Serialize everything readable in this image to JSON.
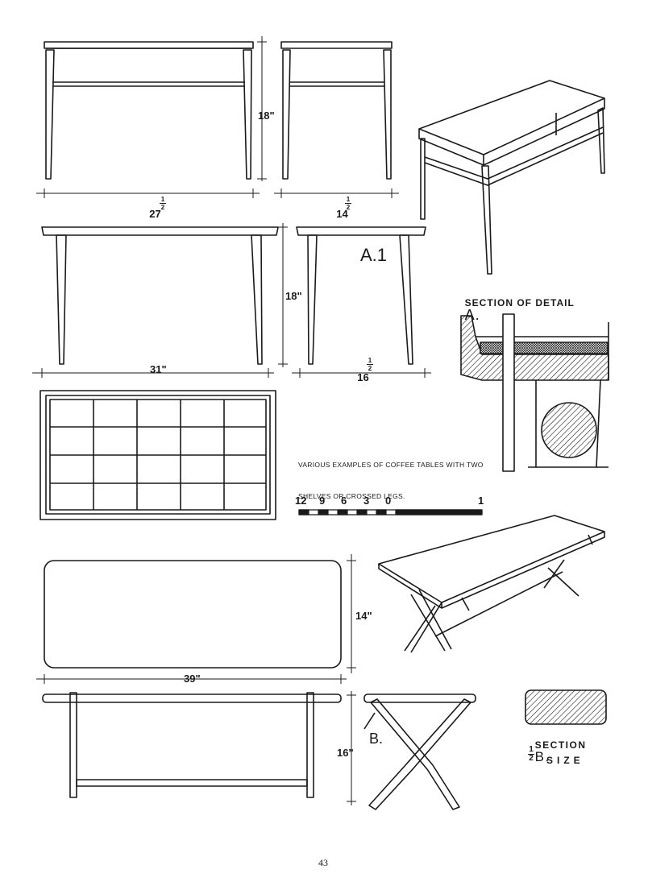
{
  "dimensions": {
    "top_height": "18\"",
    "top_long_whole": "27",
    "top_short_whole": "14",
    "half_num": "1",
    "half_den": "2",
    "mid_height": "18\"",
    "mid_long": "31\"",
    "mid_short_whole": "16",
    "bottom_width": "14\"",
    "bottom_length": "39\"",
    "bottom_height": "16\""
  },
  "labels": {
    "detail_a_mark": "A.1",
    "section_a_title": "SECTION OF DETAIL",
    "section_a_letter": "A.",
    "note_line1": "VARIOUS EXAMPLES OF COFFEE TABLES WITH TWO",
    "note_line2": "SHELVES OR CROSSED LEGS.",
    "detail_b_mark": "B.",
    "section_b_title": "SECTION",
    "section_b_letter": "B.",
    "section_b_scale_num": "1",
    "section_b_scale_den": "2",
    "section_b_size": "SIZE"
  },
  "scale_bar": {
    "ticks": [
      "12",
      "9",
      "6",
      "3",
      "0",
      "1"
    ]
  },
  "page_number": "43",
  "colors": {
    "ink": "#1a1a1a",
    "paper": "#ffffff"
  }
}
